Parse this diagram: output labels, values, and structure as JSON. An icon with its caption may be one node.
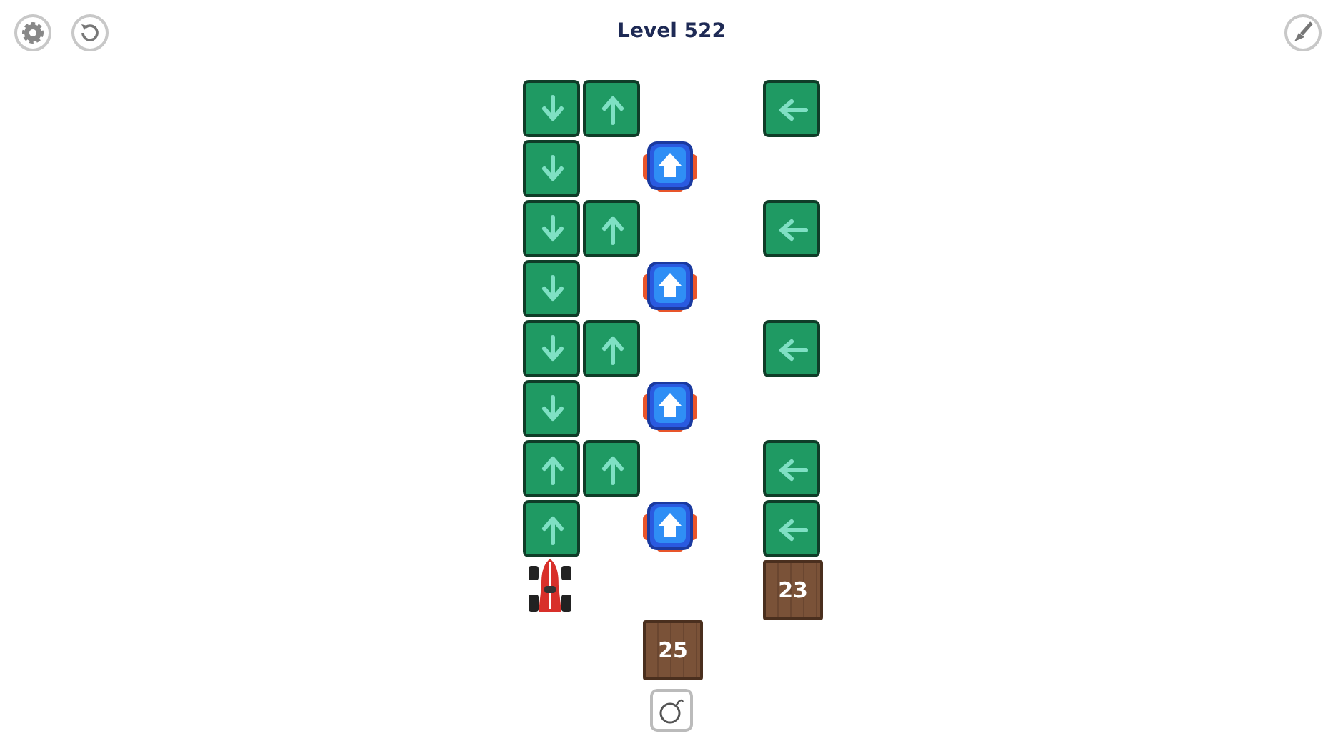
{
  "diagram": {
    "title": "Level 522",
    "nodes": [
      {
        "text": [
          "23"
        ]
      },
      {
        "text": [
          "25"
        ]
      }
    ]
  }
}
